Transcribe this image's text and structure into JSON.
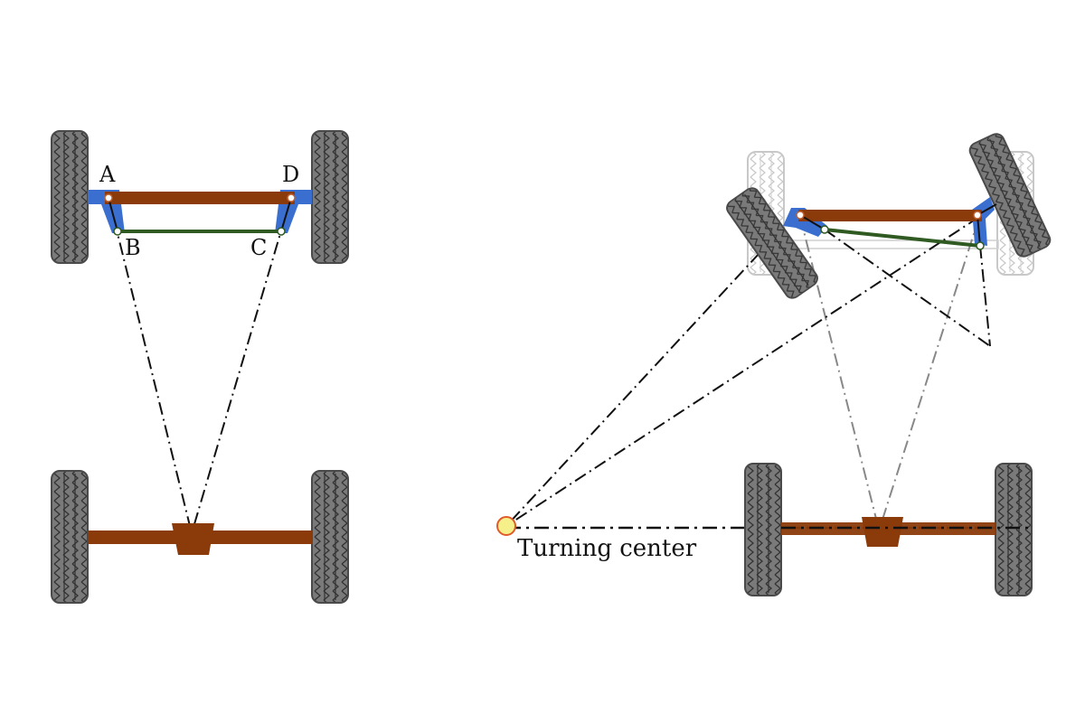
{
  "diagram": {
    "title": "Ackermann steering geometry",
    "colors": {
      "tire": "#7a7a7a",
      "tire_outline": "#4a4a4a",
      "tire_ghost": "#d8d8d8",
      "axle": "#8b3a0a",
      "steering_arm": "#3a6fd0",
      "tie_rod": "#2f5a22",
      "construction_line": "#111111",
      "construction_line_grey": "#888888",
      "turning_center_fill": "#f6f08a",
      "turning_center_ring": "#e05a2a"
    },
    "straight_view": {
      "points": {
        "A": "A",
        "B": "B",
        "C": "C",
        "D": "D"
      }
    },
    "turning_view": {
      "turning_center_label": "Turning center"
    }
  }
}
